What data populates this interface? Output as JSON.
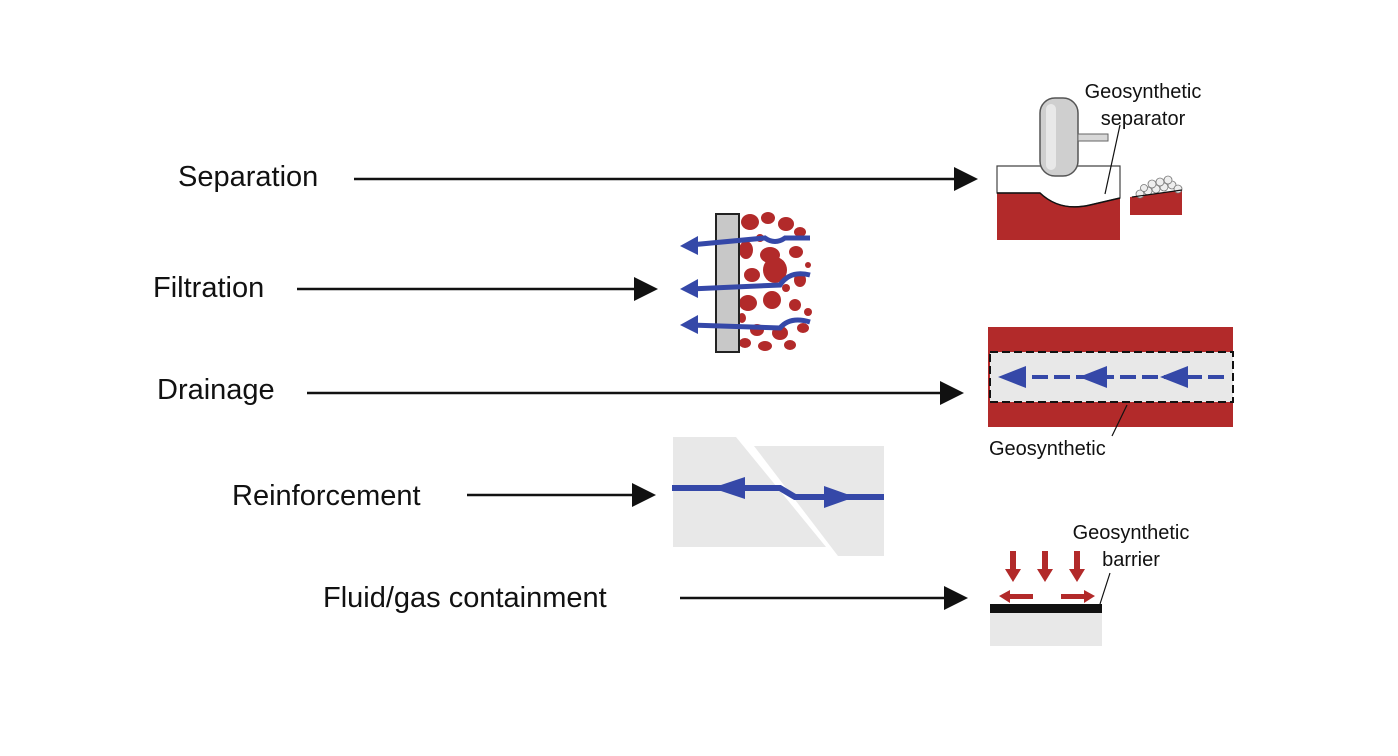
{
  "functions": [
    {
      "label": "Separation"
    },
    {
      "label": "Filtration"
    },
    {
      "label": "Drainage"
    },
    {
      "label": "Reinforcement"
    },
    {
      "label": "Fluid/gas containment"
    }
  ],
  "annotations": {
    "separator_line1": "Geosynthetic",
    "separator_line2": "separator",
    "drainage": "Geosynthetic",
    "barrier_line1": "Geosynthetic",
    "barrier_line2": "barrier"
  },
  "colors": {
    "soil_red": "#b22a2a",
    "flow_blue": "#3548a8",
    "light_gray": "#e6e6e6",
    "arrow_black": "#111111"
  }
}
